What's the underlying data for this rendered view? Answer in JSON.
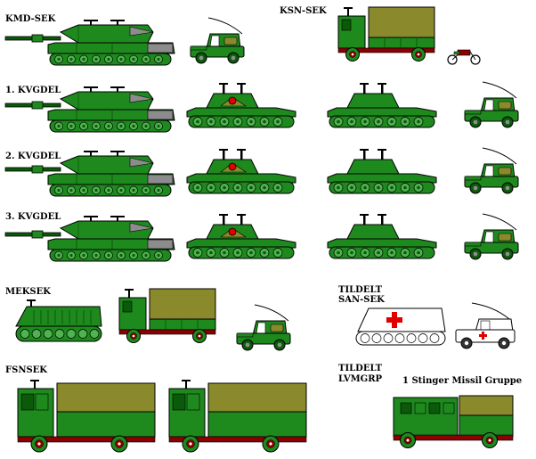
{
  "labels": {
    "kmd": "KMD-SEK",
    "ksn": "KSN-SEK",
    "kv1": "1. KVGDEL",
    "kv2": "2. KVGDEL",
    "kv3": "3. KVGDEL",
    "meksek": "MEKSEK",
    "tildelt1": "TILDELT",
    "sansek": "SAN-SEK",
    "fsnsek": "FSNSEK",
    "tildelt2": "TILDELT",
    "lvmgrp": "LVMGRP",
    "stinger": "1 Stinger Missil Gruppe"
  },
  "colors": {
    "olive_green": "#1e8a1e",
    "dark_green": "#0a5a0a",
    "light_green": "#4fb34f",
    "khaki": "#8a8a2c",
    "grey": "#8c8c8c",
    "wheel_red": "#8b0000",
    "white": "#ffffff",
    "red_cross": "#e00000"
  },
  "icons": [
    "tank-icon",
    "jeep-icon",
    "truck-icon",
    "motorcycle-icon",
    "air-defense-tank-icon",
    "apc-icon",
    "ambulance-apc-icon",
    "ambulance-icon"
  ]
}
